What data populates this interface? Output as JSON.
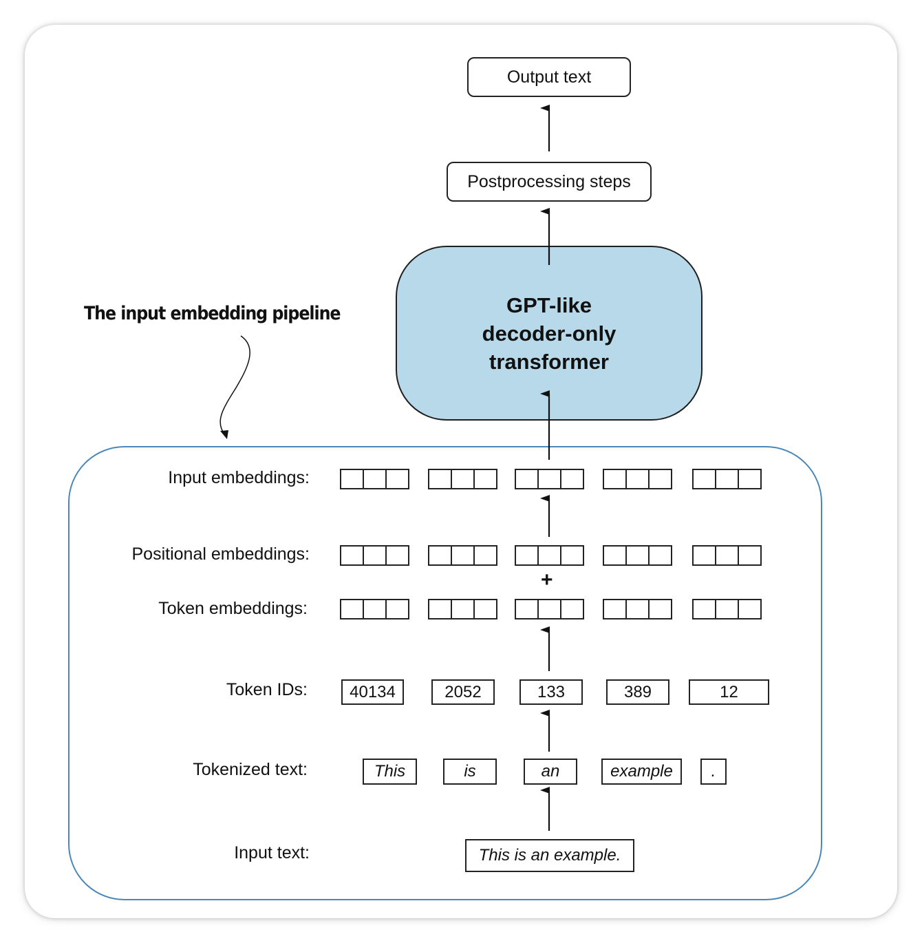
{
  "output_box": {
    "label": "Output text"
  },
  "post_box": {
    "label": "Postprocessing steps"
  },
  "gpt_box": {
    "line1": "GPT-like",
    "line2": "decoder-only",
    "line3": "transformer"
  },
  "pipeline": {
    "title": "The input embedding pipeline",
    "labels": {
      "input_embeddings": "Input embeddings:",
      "positional_embeddings": "Positional embeddings:",
      "token_embeddings": "Token embeddings:",
      "token_ids": "Token IDs:",
      "tokenized_text": "Tokenized text:",
      "input_text": "Input text:"
    },
    "plus_sign": "+",
    "token_ids": [
      "40134",
      "2052",
      "133",
      "389",
      "12"
    ],
    "tokens": [
      "This",
      "is",
      "an",
      "example",
      "."
    ],
    "input_text": "This is an example."
  },
  "colors": {
    "transformer_fill": "#b8d9ea",
    "pipeline_border": "#4a86b8",
    "stroke": "#222222"
  }
}
